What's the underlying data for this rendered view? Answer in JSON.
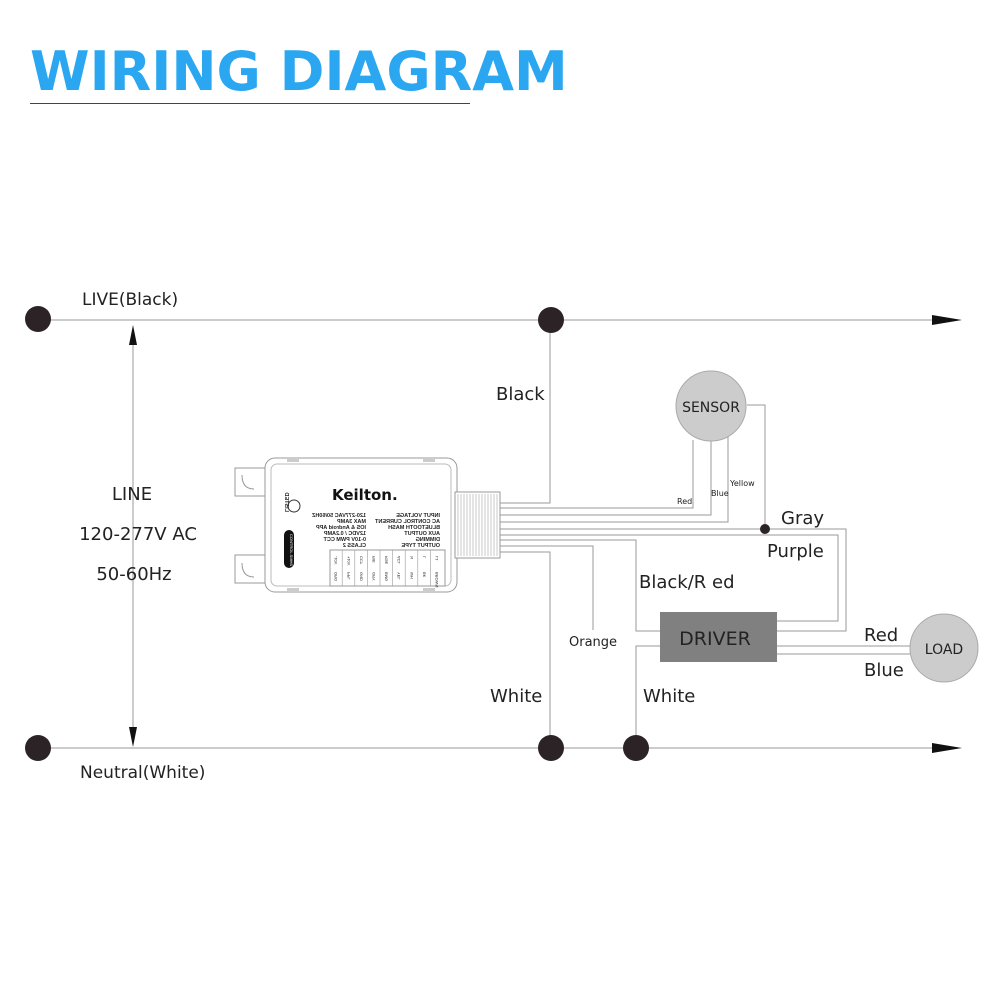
{
  "title": "WIRING DIAGRAM",
  "colors": {
    "title": "#2aa7f0",
    "node": "#2b2326",
    "wire": "#999999",
    "component_fill": "#cccccc",
    "driver_fill": "#808080"
  },
  "lines": {
    "live": "LIVE(Black)",
    "neutral": "Neutral(White)"
  },
  "line_info": {
    "label": "LINE",
    "voltage": "120-277V  AC",
    "frequency": "50-60Hz"
  },
  "wires": {
    "black": "Black",
    "white_left": "White",
    "white_right": "White",
    "red": "Red",
    "blue": "Blue",
    "yellow": "Yellow",
    "gray": "Gray",
    "purple": "Purple",
    "black_red": "Black/R ed",
    "orange": "Orange",
    "load_red": "Red",
    "load_blue": "Blue"
  },
  "components": {
    "sensor": "SENSOR",
    "driver": "DRIVER",
    "load": "LOAD"
  },
  "device": {
    "brand": "Keilton.",
    "badge": "CONTROL SMHS",
    "cert": "LISTED",
    "specs": [
      {
        "k": "INPUT VOLTAGE",
        "v": "120-277VAC 50/60HZ"
      },
      {
        "k": "AC CONTROL CURRENT",
        "v": "MAX 3AMP"
      },
      {
        "k": "BLUETOOTH MASH",
        "v": "IOS & Android APP"
      },
      {
        "k": "AUX OUTPUT",
        "v": "12VDC / 0.2AMP"
      },
      {
        "k": "DIMMING",
        "v": "0-10V PWM CCT"
      },
      {
        "k": "OUTPUT TYPE",
        "v": "CLASS 2"
      }
    ],
    "terminals_top": [
      "L1",
      "L",
      "N",
      "ACL",
      "RSE",
      "RIE",
      "CCT",
      "+10V",
      "-10V"
    ],
    "terminals_bottom": [
      "BROWN",
      "BK",
      "WH",
      "YEL",
      "BMG",
      "GRY",
      "GND",
      "PPL",
      "ORG"
    ]
  }
}
